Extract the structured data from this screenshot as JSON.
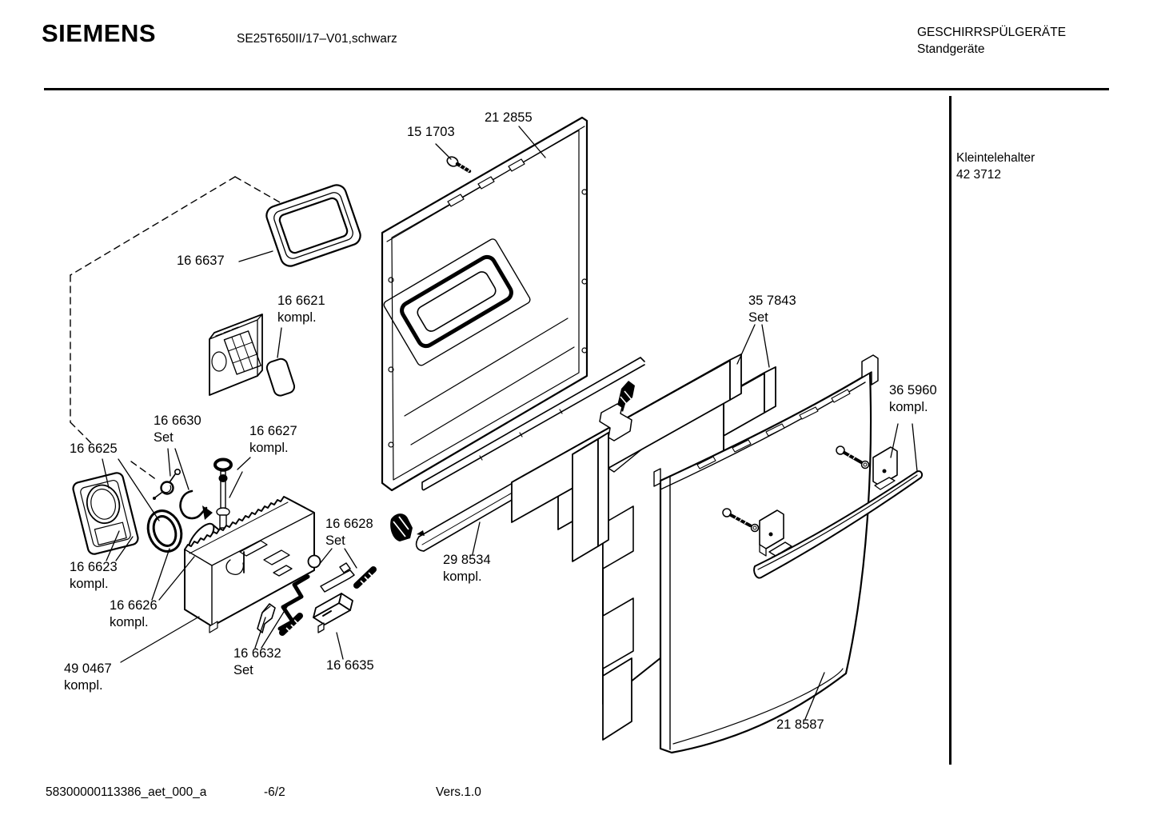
{
  "header": {
    "brand": "SIEMENS",
    "model": "SE25T650II/17–V01,schwarz",
    "category": "GESCHIRRSPÜLGERÄTE",
    "subcategory": "Standgeräte"
  },
  "side_panel": {
    "part_name": "Kleintelehalter",
    "part_number": "42 3712"
  },
  "footer": {
    "document_id": "58300000113386_aet_000_a",
    "page": "-6/2",
    "version": "Vers.1.0"
  },
  "diagram": {
    "description": "Exploded view of dishwasher door assembly",
    "line_color": "#000000",
    "background_color": "#ffffff",
    "parts": [
      {
        "number": "15 1703",
        "qualifier": ""
      },
      {
        "number": "21 2855",
        "qualifier": ""
      },
      {
        "number": "16 6637",
        "qualifier": ""
      },
      {
        "number": "16 6621",
        "qualifier": "kompl."
      },
      {
        "number": "35 7843",
        "qualifier": "Set"
      },
      {
        "number": "36 5960",
        "qualifier": "kompl."
      },
      {
        "number": "16 6630",
        "qualifier": "Set"
      },
      {
        "number": "16 6627",
        "qualifier": "kompl."
      },
      {
        "number": "16 6625",
        "qualifier": ""
      },
      {
        "number": "16 6628",
        "qualifier": "Set"
      },
      {
        "number": "16 6623",
        "qualifier": "kompl."
      },
      {
        "number": "16 6626",
        "qualifier": "kompl."
      },
      {
        "number": "29 8534",
        "qualifier": "kompl."
      },
      {
        "number": "49 0467",
        "qualifier": "kompl."
      },
      {
        "number": "16 6632",
        "qualifier": "Set"
      },
      {
        "number": "16 6635",
        "qualifier": ""
      },
      {
        "number": "21 8587",
        "qualifier": ""
      }
    ]
  }
}
